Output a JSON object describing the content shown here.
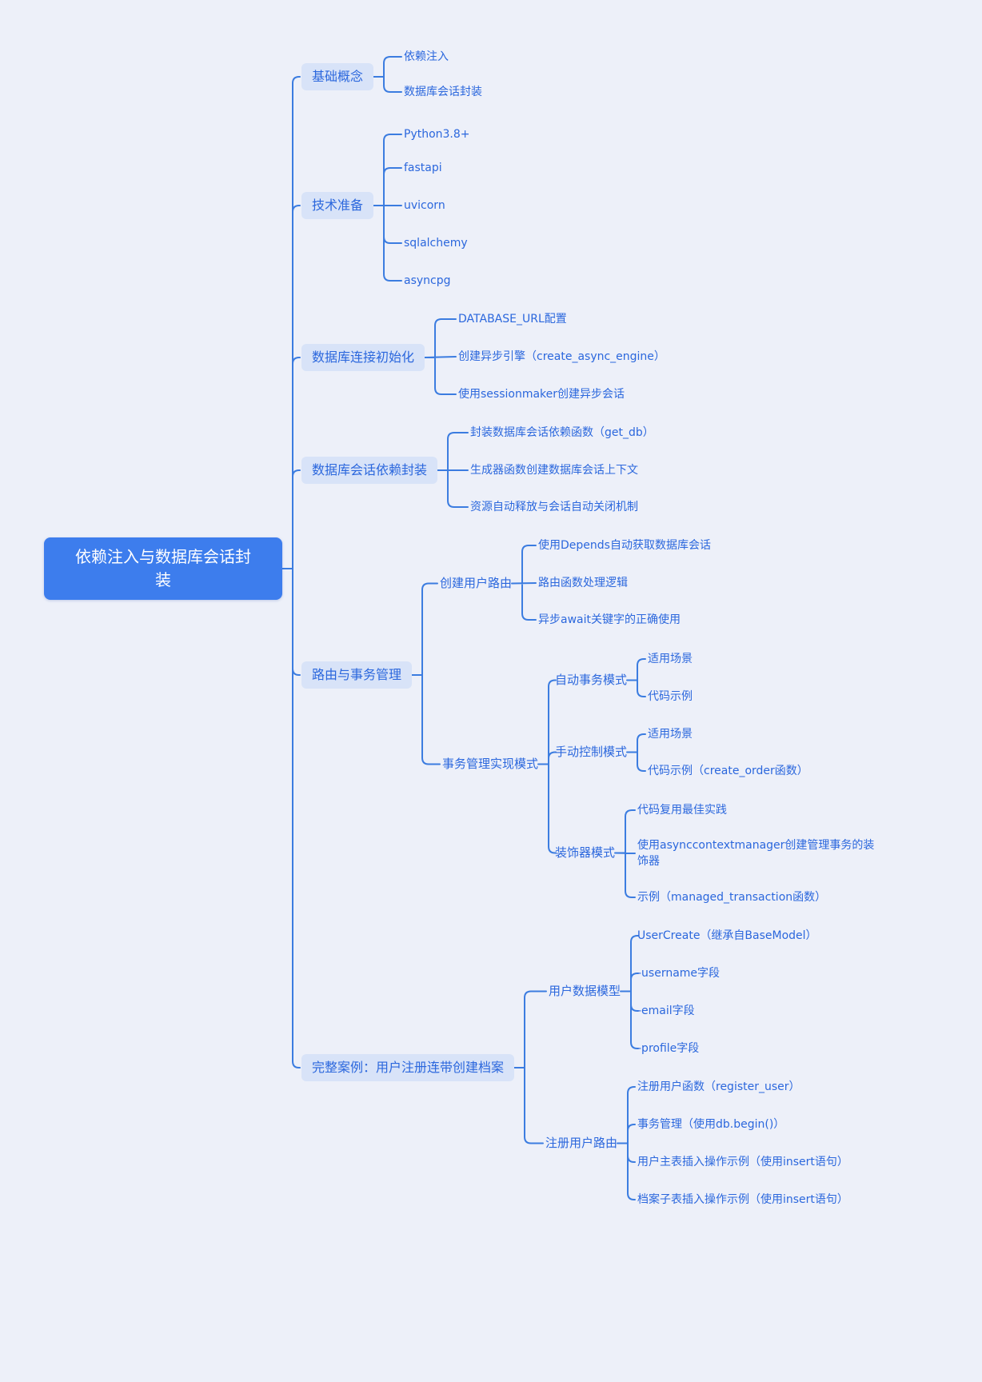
{
  "root": {
    "label": "依赖注入与数据库会话封装"
  },
  "branches": [
    {
      "label": "基础概念",
      "children": [
        {
          "label": "依赖注入"
        },
        {
          "label": "数据库会话封装"
        }
      ]
    },
    {
      "label": "技术准备",
      "children": [
        {
          "label": "Python3.8+"
        },
        {
          "label": "fastapi"
        },
        {
          "label": "uvicorn"
        },
        {
          "label": "sqlalchemy"
        },
        {
          "label": "asyncpg"
        }
      ]
    },
    {
      "label": "数据库连接初始化",
      "children": [
        {
          "label": "DATABASE_URL配置"
        },
        {
          "label": "创建异步引擎（create_async_engine）"
        },
        {
          "label": "使用sessionmaker创建异步会话"
        }
      ]
    },
    {
      "label": "数据库会话依赖封装",
      "children": [
        {
          "label": "封装数据库会话依赖函数（get_db）"
        },
        {
          "label": "生成器函数创建数据库会话上下文"
        },
        {
          "label": "资源自动释放与会话自动关闭机制"
        }
      ]
    },
    {
      "label": "路由与事务管理",
      "children": [
        {
          "label": "创建用户路由",
          "children": [
            {
              "label": "使用Depends自动获取数据库会话"
            },
            {
              "label": "路由函数处理逻辑"
            },
            {
              "label": "异步await关键字的正确使用"
            }
          ]
        },
        {
          "label": "事务管理实现模式",
          "children": [
            {
              "label": "自动事务模式",
              "children": [
                {
                  "label": "适用场景"
                },
                {
                  "label": "代码示例"
                }
              ]
            },
            {
              "label": "手动控制模式",
              "children": [
                {
                  "label": "适用场景"
                },
                {
                  "label": "代码示例（create_order函数）"
                }
              ]
            },
            {
              "label": "装饰器模式",
              "children": [
                {
                  "label": "代码复用最佳实践"
                },
                {
                  "label": "使用asynccontextmanager创建管理事务的装饰器"
                },
                {
                  "label": "示例（managed_transaction函数）"
                }
              ]
            }
          ]
        }
      ]
    },
    {
      "label": "完整案例：用户注册连带创建档案",
      "children": [
        {
          "label": "用户数据模型",
          "children": [
            {
              "label": "UserCreate（继承自BaseModel）"
            },
            {
              "label": "-username字段"
            },
            {
              "label": "-email字段"
            },
            {
              "label": "-profile字段"
            }
          ]
        },
        {
          "label": "注册用户路由",
          "children": [
            {
              "label": "注册用户函数（register_user）"
            },
            {
              "label": "事务管理（使用db.begin()）"
            },
            {
              "label": "用户主表插入操作示例（使用insert语句）"
            },
            {
              "label": "档案子表插入操作示例（使用insert语句）"
            }
          ]
        }
      ]
    }
  ],
  "colors": {
    "background": "#edf0f9",
    "accent": "#3b7ce0",
    "node_fill": "#d8e3f8",
    "node_text": "#2b67dd",
    "root_fill": "#3d7ded",
    "root_text": "#ffffff"
  }
}
